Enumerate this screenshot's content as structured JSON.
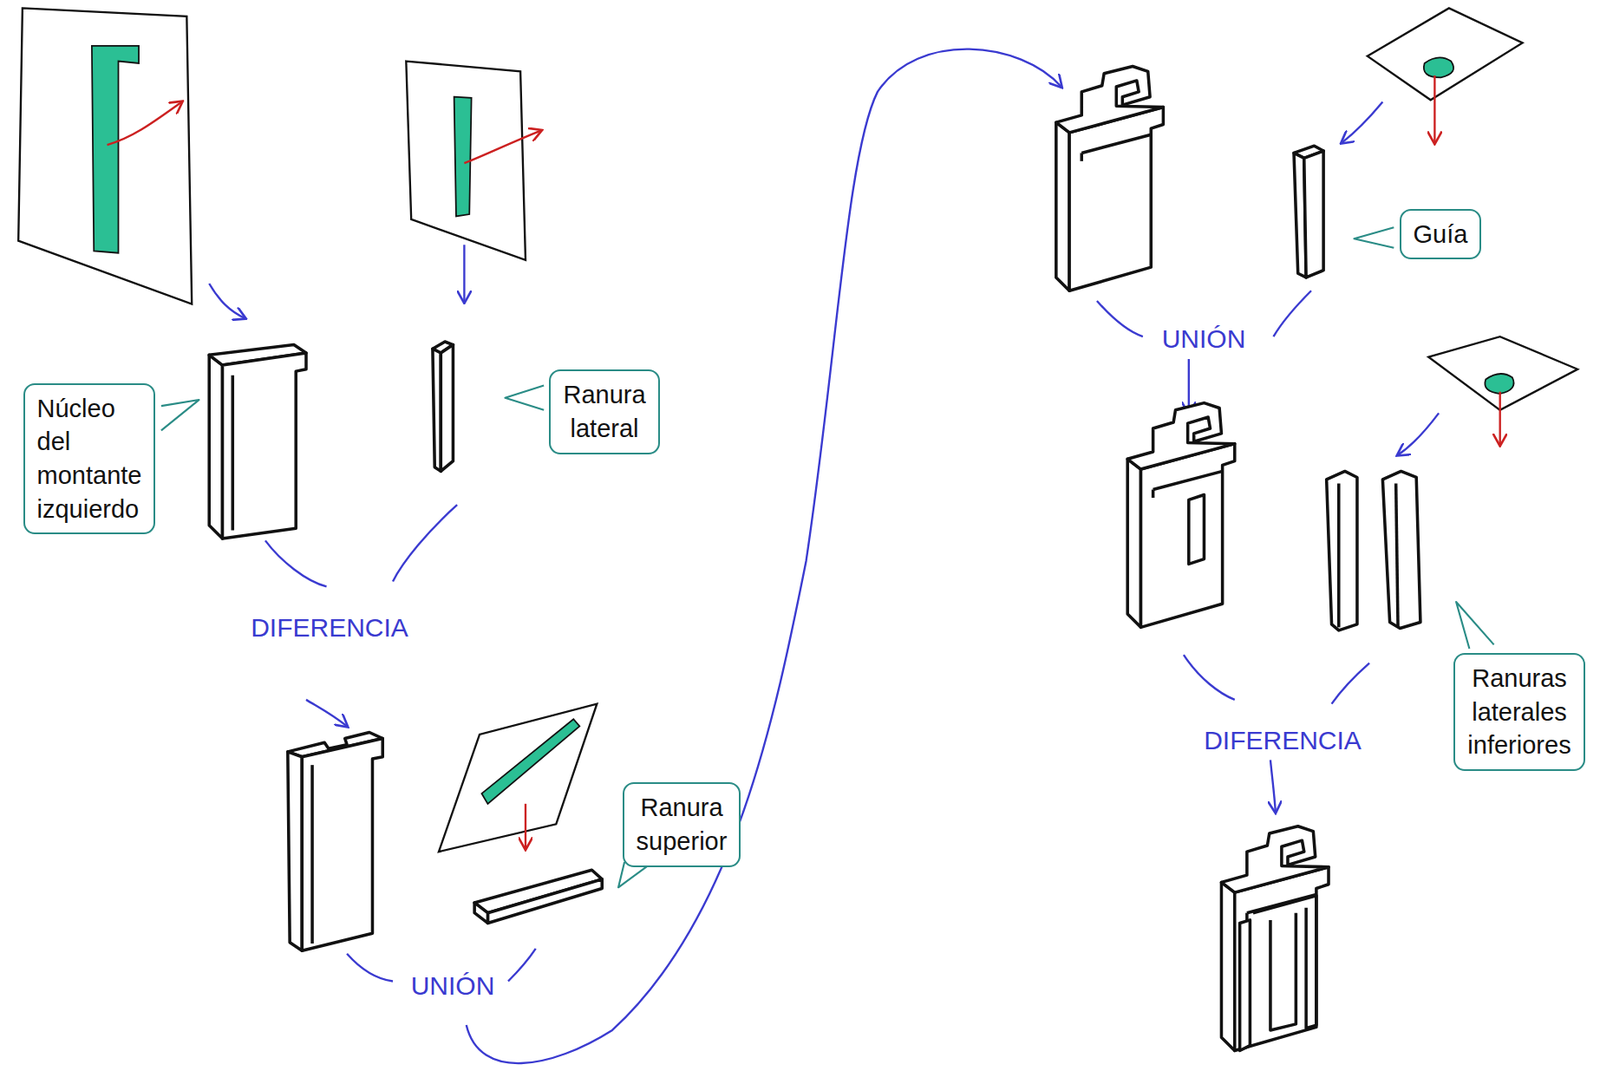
{
  "diagram": {
    "nodes": [
      {
        "text": [
          "Núcleo del montante izquierdo"
        ]
      },
      {
        "text": [
          "Ranura lateral"
        ]
      },
      {
        "text": [
          "Ranura superior"
        ]
      },
      {
        "text": [
          "Guía"
        ]
      },
      {
        "text": [
          "Ranuras laterales inferiores"
        ]
      }
    ],
    "labels": [
      "DIFERENCIA",
      "UNIÓN",
      "UNIÓN",
      "DIFERENCIA"
    ]
  }
}
